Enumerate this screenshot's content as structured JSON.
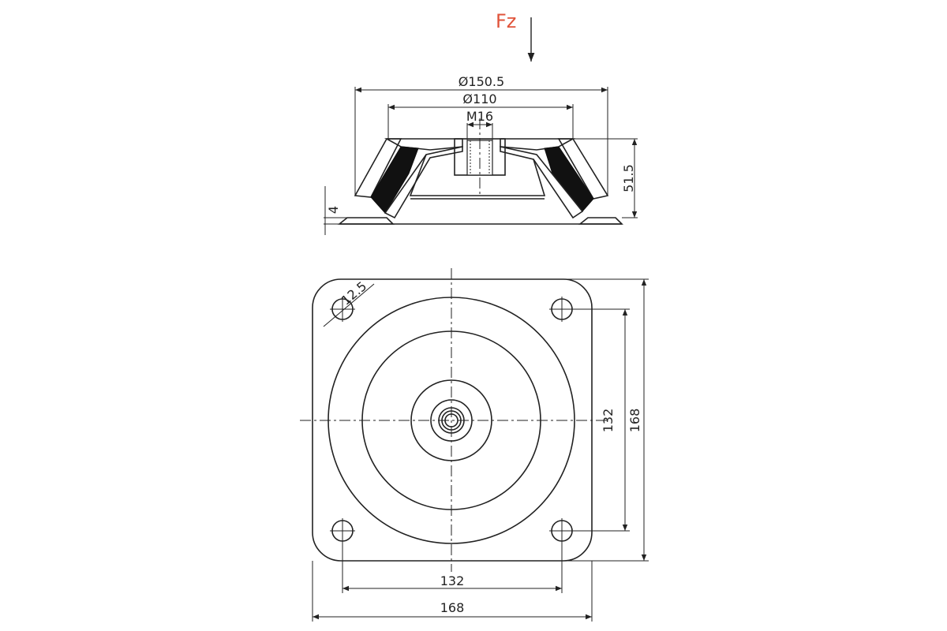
{
  "force": {
    "label": "Fz",
    "color": "#e0533a"
  },
  "side_view": {
    "outer_diameter": "Ø150.5",
    "inner_diameter": "Ø110",
    "thread": "M16",
    "height": "51.5",
    "base_thickness": "4"
  },
  "top_view": {
    "hole_radius_note": "12.5",
    "hole_spacing_vertical": "132",
    "overall_height": "168",
    "hole_spacing_horizontal": "132",
    "overall_width": "168"
  },
  "colors": {
    "line": "#222222",
    "rubber": "#111111",
    "accent": "#e0533a"
  }
}
